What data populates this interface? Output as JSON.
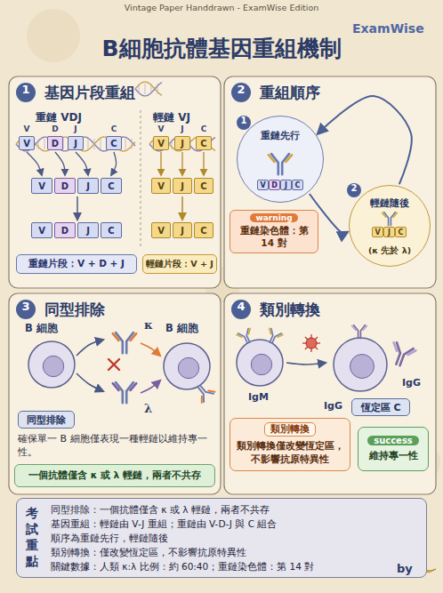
{
  "diagram": {
    "title": "B細胞抗體基因重組機制",
    "nodes": [
      {
        "text": [
          "基因片段重組"
        ]
      },
      {
        "text": [
          "V"
        ],
        "in": 0
      },
      {
        "text": [
          "D"
        ],
        "in": 0
      },
      {
        "text": [
          "J"
        ],
        "in": 0
      },
      {
        "text": [
          "C"
        ],
        "in": 0
      },
      {
        "text": [
          "V"
        ],
        "in": 0
      },
      {
        "text": [
          "D"
        ],
        "in": 0
      },
      {
        "text": [
          "J"
        ],
        "in": 0
      },
      {
        "text": [
          "C"
        ],
        "in": 0
      },
      {
        "text": [
          "V"
        ],
        "in": 0
      },
      {
        "text": [
          "D"
        ],
        "in": 0
      },
      {
        "text": [
          "J"
        ],
        "in": 0
      },
      {
        "text": [
          "C"
        ],
        "in": 0
      },
      {
        "text": [
          "V"
        ],
        "in": 0
      },
      {
        "text": [
          "J"
        ],
        "in": 0
      },
      {
        "text": [
          "C"
        ],
        "in": 0
      },
      {
        "text": [
          "V"
        ],
        "in": 0
      },
      {
        "text": [
          "J"
        ],
        "in": 0
      },
      {
        "text": [
          "C"
        ],
        "in": 0
      },
      {
        "text": [
          "V"
        ],
        "in": 0
      },
      {
        "text": [
          "J"
        ],
        "in": 0
      },
      {
        "text": [
          "C"
        ],
        "in": 0
      },
      {
        "text": [
          "重鏈片段：V + D + J"
        ],
        "in": 0
      },
      {
        "text": [
          "輕鏈片段：V + J"
        ],
        "in": 0
      },
      {
        "text": [
          "重組順序"
        ]
      },
      {
        "text": [
          "重鏈先行"
        ],
        "in": 24
      },
      {
        "text": [
          "V"
        ],
        "in": 25
      },
      {
        "text": [
          "D"
        ],
        "in": 25
      },
      {
        "text": [
          "J"
        ],
        "in": 25
      },
      {
        "text": [
          "C"
        ],
        "in": 25
      },
      {
        "text": [
          "warning",
          "重鏈染色體：第 14 對"
        ],
        "in": 24
      },
      {
        "text": [
          "輕鏈隨後",
          "(κ 先於 λ)"
        ],
        "in": 24
      },
      {
        "text": [
          "V"
        ],
        "in": 31
      },
      {
        "text": [
          "J"
        ],
        "in": 31
      },
      {
        "text": [
          "C"
        ],
        "in": 31
      },
      {
        "text": [
          "同型排除"
        ]
      },
      {
        "text": [
          "同型排除"
        ],
        "in": 35
      },
      {
        "text": [
          "一個抗體僅含 κ 或 λ 輕鏈，兩者不共存"
        ],
        "in": 35
      },
      {
        "text": [
          "類別轉換"
        ]
      },
      {
        "text": [
          "恆定區 C"
        ],
        "in": 38
      },
      {
        "text": [
          "類別轉換",
          "類別轉換僅改變恆定區，不影響抗原特異性"
        ],
        "in": 38
      },
      {
        "text": [
          "success",
          "維持專一性"
        ],
        "in": 38
      },
      {
        "text": [
          "考試重點",
          "同型排除：一個抗體僅含 κ 或 λ 輕鏈，兩者不共存",
          "基因重組：輕鏈由 V-J 重組；重鏈由 V-D-J 與 C 組合",
          "順序為重鏈先行，輕鏈隨後",
          "類別轉換：僅改變恆定區，不影響抗原特異性",
          "關鍵數據：人類 κ:λ 比例：約 60:40；重鏈染色體：第 14 對"
        ]
      }
    ],
    "edges": [
      {
        "from": 25,
        "to": 31,
        "arrow": "to"
      },
      {
        "from": 31,
        "to": 25,
        "arrow": "to"
      }
    ],
    "labels": [
      "Vintage Paper Handdrawn - ExamWise Edition",
      "ExamWise",
      "1",
      "重鏈 VDJ",
      "輕鏈 VJ",
      "V",
      "D",
      "J",
      "C",
      "V",
      "J",
      "C",
      "2",
      "1",
      "2",
      "3",
      "B 細胞",
      "κ",
      "λ",
      "B 細胞",
      "確保單一 B 細胞僅表現一種輕鏈以維持專一性。",
      "4",
      "IgM",
      "IgG",
      "IgG",
      "by"
    ]
  }
}
